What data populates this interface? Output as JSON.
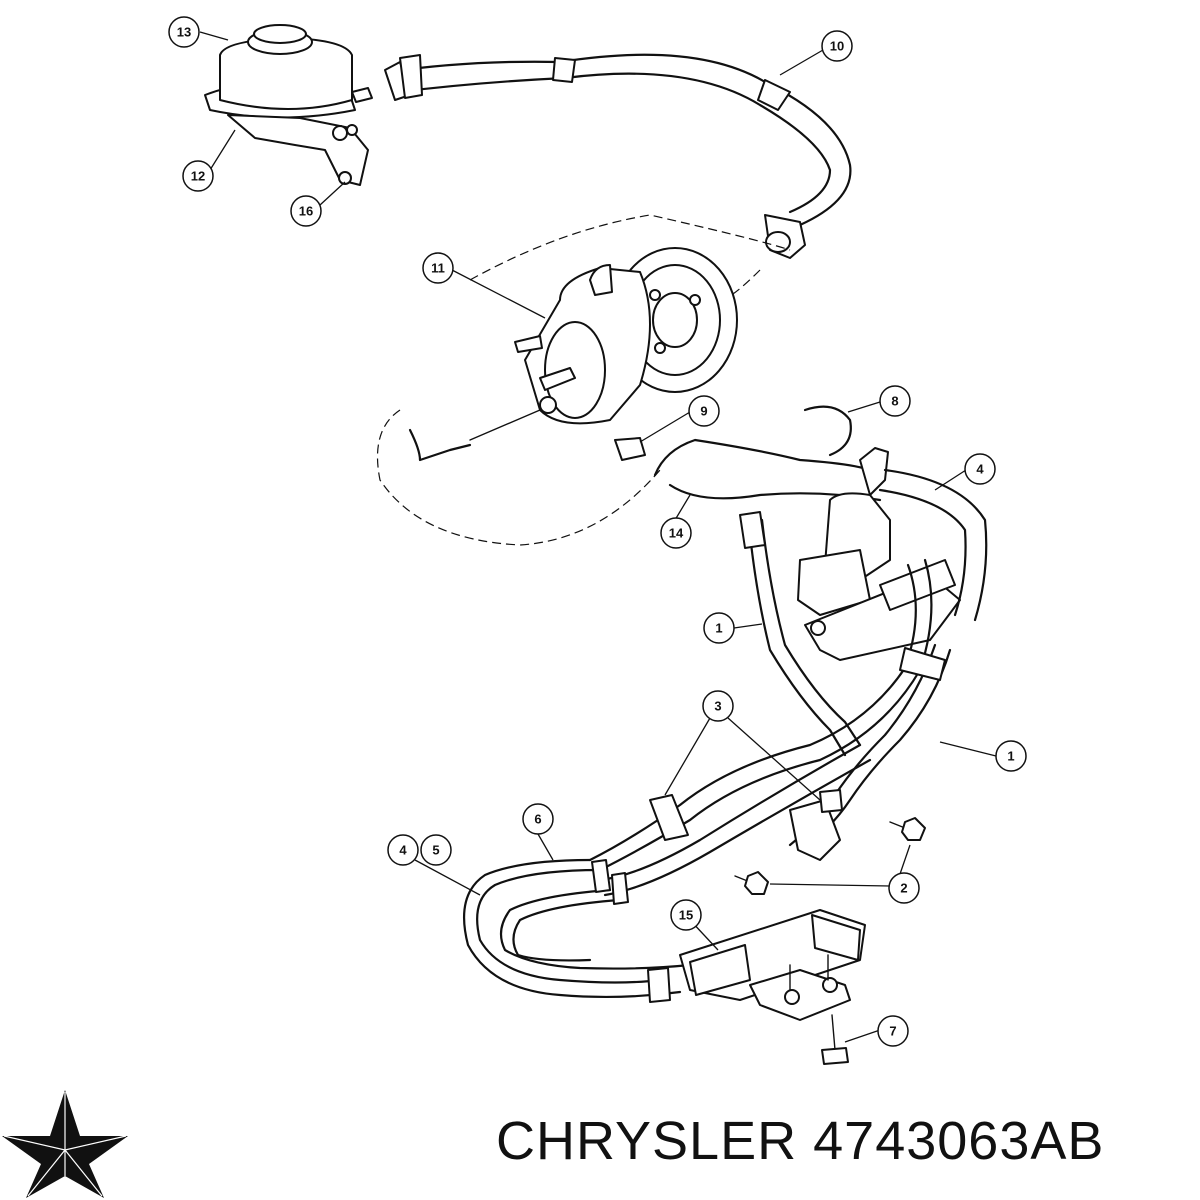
{
  "callouts": [
    {
      "id": "c13",
      "label": "13"
    },
    {
      "id": "c12",
      "label": "12"
    },
    {
      "id": "c16",
      "label": "16"
    },
    {
      "id": "c10",
      "label": "10"
    },
    {
      "id": "c11",
      "label": "11"
    },
    {
      "id": "c9",
      "label": "9"
    },
    {
      "id": "c8",
      "label": "8"
    },
    {
      "id": "c4a",
      "label": "4"
    },
    {
      "id": "c14",
      "label": "14"
    },
    {
      "id": "c1a",
      "label": "1"
    },
    {
      "id": "c3",
      "label": "3"
    },
    {
      "id": "c1b",
      "label": "1"
    },
    {
      "id": "c6",
      "label": "6"
    },
    {
      "id": "c4b",
      "label": "4"
    },
    {
      "id": "c5",
      "label": "5"
    },
    {
      "id": "c2",
      "label": "2"
    },
    {
      "id": "c15",
      "label": "15"
    },
    {
      "id": "c7",
      "label": "7"
    }
  ],
  "brand": {
    "name": "CHRYSLER",
    "part_number": "4743063AB",
    "logo_icon": "chrysler-pentastar-icon"
  }
}
